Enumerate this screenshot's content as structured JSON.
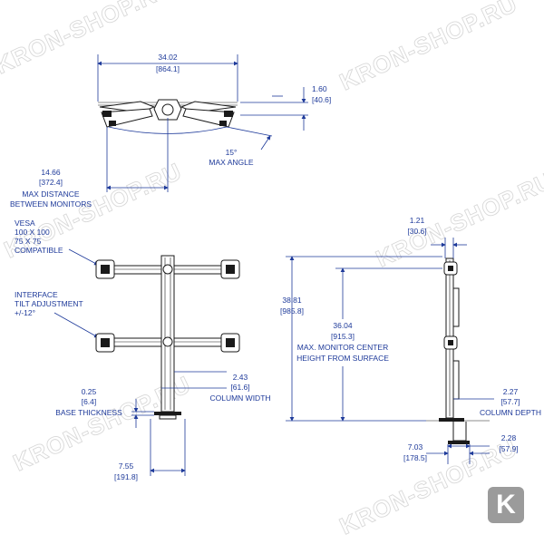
{
  "watermark": {
    "text": "KRON-SHOP.RU"
  },
  "logo": {
    "letter": "K",
    "color": "#9b9b9b"
  },
  "colors": {
    "dimension": "#1e3a9a",
    "part": "#1a1a1a"
  },
  "top_view": {
    "overall_width": {
      "in": "34.02",
      "mm": "[864.1]"
    },
    "offset": {
      "in": "1.60",
      "mm": "[40.6]"
    },
    "angle": {
      "value": "15°",
      "label": "MAX ANGLE"
    },
    "max_distance": {
      "in": "14.66",
      "mm": "[372.4]",
      "line1": "MAX DISTANCE",
      "line2": "BETWEEN MONITORS"
    }
  },
  "front_view": {
    "vesa": {
      "line1": "VESA",
      "line2": "100 X 100",
      "line3": "75 X 75",
      "line4": "COMPATIBLE"
    },
    "interface": {
      "line1": "INTERFACE",
      "line2": "TILT ADJUSTMENT",
      "line3": "+/-12°"
    },
    "column_width": {
      "in": "2.43",
      "mm": "[61.6]",
      "label": "COLUMN WIDTH"
    },
    "base_thickness": {
      "in": "0.25",
      "mm": "[6.4]",
      "label": "BASE THICKNESS"
    },
    "base_width": {
      "in": "7.55",
      "mm": "[191.8]"
    }
  },
  "side_view": {
    "top_offset": {
      "in": "1.21",
      "mm": "[30.6]"
    },
    "overall_height": {
      "in": "38.81",
      "mm": "[985.8]"
    },
    "center_height": {
      "in": "36.04",
      "mm": "[915.3]",
      "line1": "MAX. MONITOR CENTER",
      "line2": "HEIGHT FROM SURFACE"
    },
    "column_depth": {
      "in": "2.27",
      "mm": "[57.7]",
      "label": "COLUMN DEPTH"
    },
    "clamp_a": {
      "in": "2.28",
      "mm": "[57.9]"
    },
    "clamp_b": {
      "in": "7.03",
      "mm": "[178.5]"
    }
  }
}
